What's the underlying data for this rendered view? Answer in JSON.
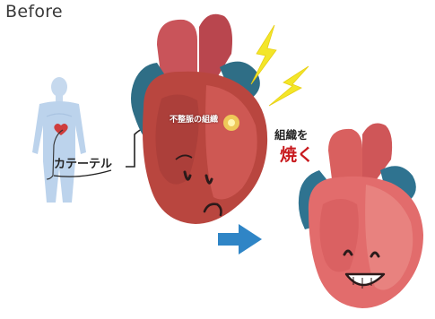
{
  "title": "Before",
  "labels": {
    "catheter": "カテーテル",
    "arrhythmia_tissue": "不整脈の組織",
    "tissue": "組織を",
    "burn": "焼く"
  },
  "colors": {
    "heart_dark": "#b9463f",
    "heart_light": "#e26c6c",
    "vessel_blue": "#2f6e86",
    "lightning": "#f3e629",
    "arrow_blue": "#2f85c6",
    "burn_red": "#c8191d",
    "body_silhouette": "#bcd3ec"
  },
  "icons": [
    "human-body-icon",
    "lightning-icon",
    "arrow-right-icon",
    "sad-heart-icon",
    "happy-heart-icon"
  ]
}
